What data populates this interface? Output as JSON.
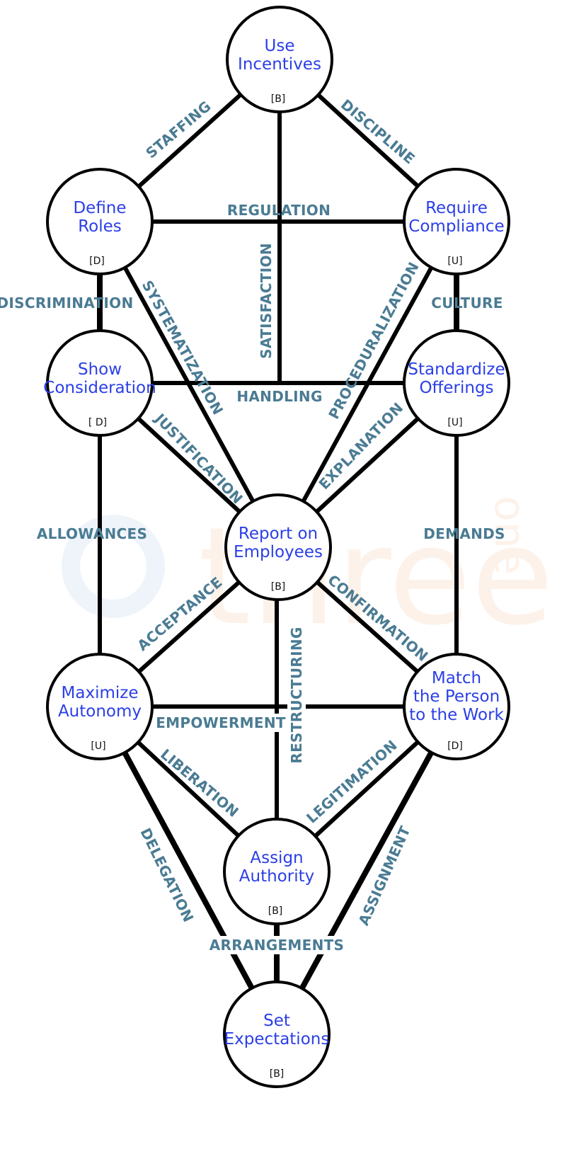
{
  "colors": {
    "node_text": "#2b3fe6",
    "edge_label": "#4a7b93",
    "tag_text": "#111111",
    "line": "#000000"
  },
  "watermark": {
    "text": "three",
    "sub": "one"
  },
  "nodes": [
    {
      "id": "incentives",
      "lines": [
        "Use",
        "Incentives"
      ],
      "tag": "[B]"
    },
    {
      "id": "roles",
      "lines": [
        "Define",
        "Roles"
      ],
      "tag": "[D]"
    },
    {
      "id": "compliance",
      "lines": [
        "Require",
        "Compliance"
      ],
      "tag": "[U]"
    },
    {
      "id": "consideration",
      "lines": [
        "Show",
        "Consideration"
      ],
      "tag": "[ D]"
    },
    {
      "id": "offerings",
      "lines": [
        "Standardize",
        "Offerings"
      ],
      "tag": "[U]"
    },
    {
      "id": "report",
      "lines": [
        "Report on",
        "Employees"
      ],
      "tag": "[B]"
    },
    {
      "id": "autonomy",
      "lines": [
        "Maximize",
        "Autonomy"
      ],
      "tag": "[U]"
    },
    {
      "id": "match",
      "lines": [
        "Match",
        "the Person",
        "to the Work"
      ],
      "tag": "[D]"
    },
    {
      "id": "authority",
      "lines": [
        "Assign",
        "Authority"
      ],
      "tag": "[B]"
    },
    {
      "id": "expectations",
      "lines": [
        "Set",
        "Expectations"
      ],
      "tag": "[B]"
    }
  ],
  "edges": [
    {
      "label": "STAFFING",
      "from": "incentives",
      "to": "roles"
    },
    {
      "label": "DISCIPLINE",
      "from": "incentives",
      "to": "compliance"
    },
    {
      "label": "SATISFACTION",
      "from": "incentives",
      "to": "report"
    },
    {
      "label": "REGULATION",
      "from": "roles",
      "to": "compliance"
    },
    {
      "label": "DISCRIMINATION",
      "from": "roles",
      "to": "consideration"
    },
    {
      "label": "SYSTEMATIZATION",
      "from": "roles",
      "to": "report"
    },
    {
      "label": "CULTURE",
      "from": "compliance",
      "to": "offerings"
    },
    {
      "label": "PROCEDURALIZATION",
      "from": "compliance",
      "to": "report"
    },
    {
      "label": "HANDLING",
      "from": "consideration",
      "to": "offerings"
    },
    {
      "label": "JUSTIFICATION",
      "from": "consideration",
      "to": "report"
    },
    {
      "label": "ALLOWANCES",
      "from": "consideration",
      "to": "autonomy"
    },
    {
      "label": "EXPLANATION",
      "from": "offerings",
      "to": "report"
    },
    {
      "label": "DEMANDS",
      "from": "offerings",
      "to": "match"
    },
    {
      "label": "ACCEPTANCE",
      "from": "report",
      "to": "autonomy"
    },
    {
      "label": "CONFIRMATION",
      "from": "report",
      "to": "match"
    },
    {
      "label": "RESTRUCTURING",
      "from": "report",
      "to": "authority"
    },
    {
      "label": "EMPOWERMENT",
      "from": "autonomy",
      "to": "match"
    },
    {
      "label": "LIBERATION",
      "from": "autonomy",
      "to": "authority"
    },
    {
      "label": "DELEGATION",
      "from": "autonomy",
      "to": "expectations"
    },
    {
      "label": "LEGITIMATION",
      "from": "match",
      "to": "authority"
    },
    {
      "label": "ASSIGNMENT",
      "from": "match",
      "to": "expectations"
    },
    {
      "label": "ARRANGEMENTS",
      "from": "authority",
      "to": "expectations"
    }
  ]
}
